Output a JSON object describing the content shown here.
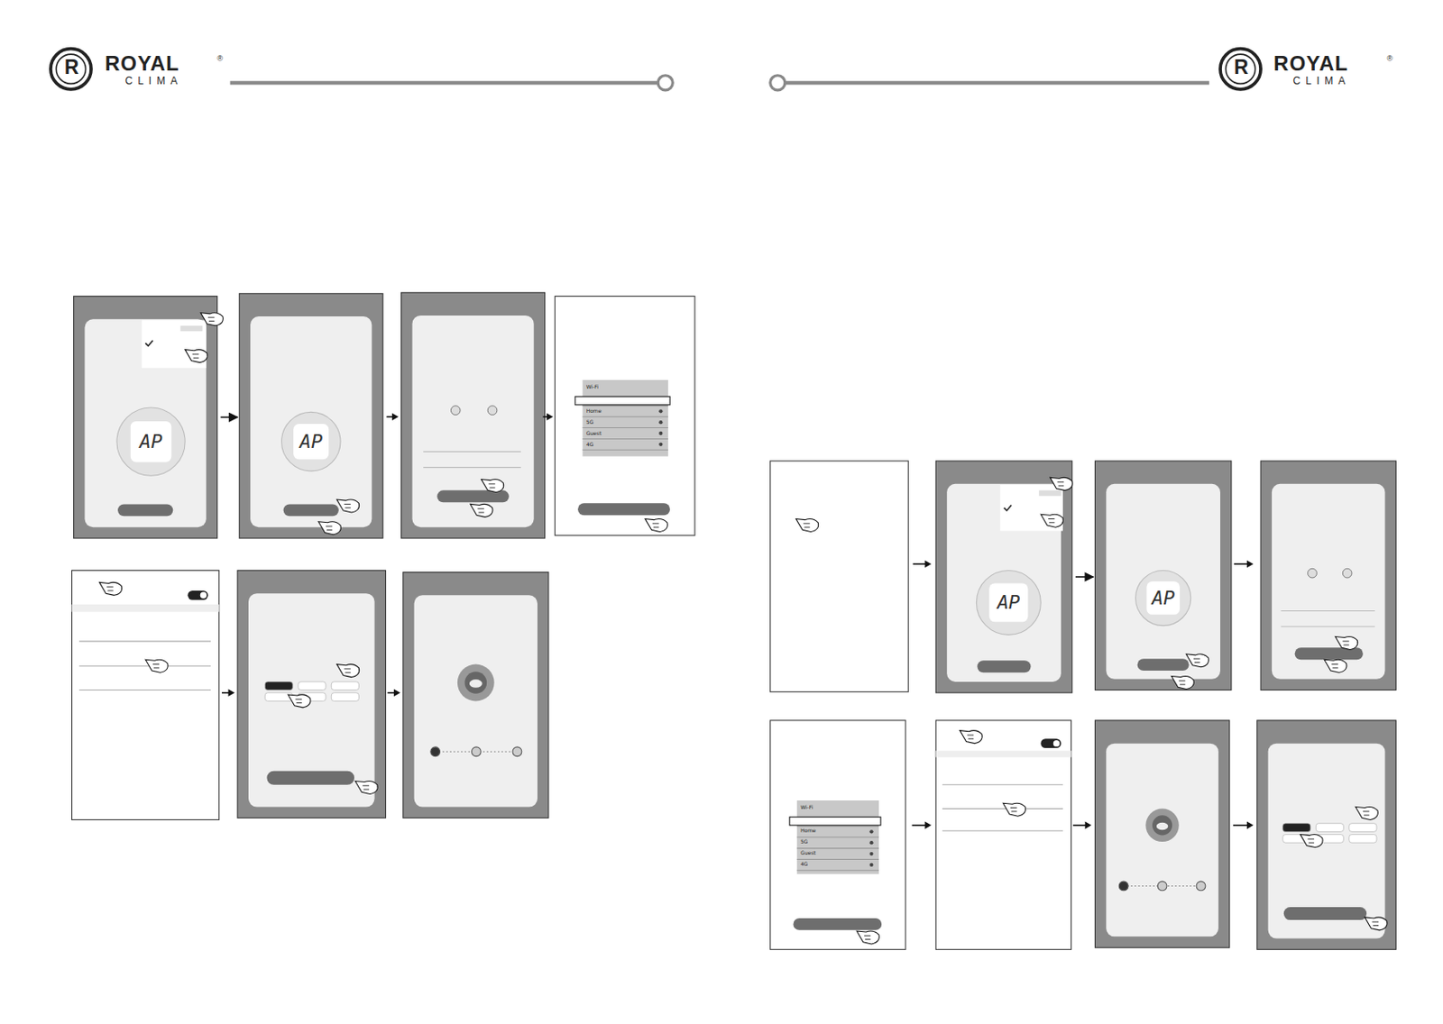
{
  "diagram": {
    "nodes": [
      {
        "text": [
          "AP"
        ]
      },
      {
        "text": [
          "AP"
        ]
      },
      {
        "text": [
          "Wi-Fi",
          "Home",
          "5G",
          "Guest",
          "4G"
        ]
      },
      {
        "text": [
          "AP"
        ]
      },
      {
        "text": [
          "AP"
        ]
      },
      {
        "text": [
          "Wi-Fi",
          "Home",
          "5G",
          "Guest",
          "4G"
        ]
      }
    ],
    "edges": [
      {
        "from": 0,
        "to": 1,
        "arrow": "to"
      },
      {
        "from": 3,
        "to": 4,
        "arrow": "to"
      }
    ],
    "labels": [
      "R",
      "ROYAL",
      "®",
      "CLIMA",
      "R",
      "ROYAL",
      "®",
      "CLIMA"
    ]
  }
}
